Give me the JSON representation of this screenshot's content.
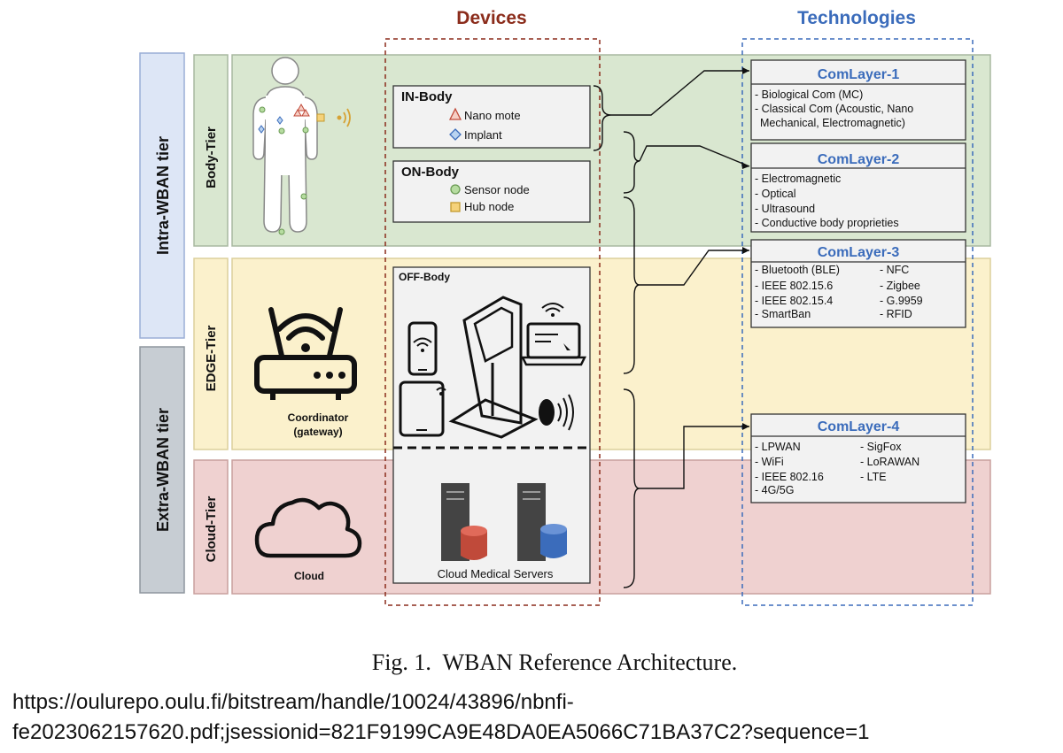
{
  "headers": {
    "devices": "Devices",
    "technologies": "Technologies"
  },
  "tiers": {
    "intra": "Intra-WBAN tier",
    "extra": "Extra-WBAN tier"
  },
  "subtiers": {
    "body": "Body-Tier",
    "edge": "EDGE-Tier",
    "cloud": "Cloud-Tier"
  },
  "devices": {
    "in_body": {
      "title": "IN-Body",
      "items": [
        "Nano mote",
        "Implant"
      ]
    },
    "on_body": {
      "title": "ON-Body",
      "items": [
        "Sensor node",
        "Hub node"
      ]
    },
    "off_body": {
      "title": "OFF-Body"
    },
    "cloud_servers": "Cloud Medical Servers"
  },
  "left_labels": {
    "coordinator": [
      "Coordinator",
      "(gateway)"
    ],
    "cloud": "Cloud"
  },
  "comlayers": [
    {
      "title": "ComLayer-1",
      "lines": [
        "- Biological Com (MC)",
        "- Classical Com (Acoustic, Nano",
        "Mechanical, Electromagnetic)"
      ]
    },
    {
      "title": "ComLayer-2",
      "lines": [
        "- Electromagnetic",
        "- Optical",
        "- Ultrasound",
        "- Conductive body proprieties"
      ]
    },
    {
      "title": "ComLayer-3",
      "col1": [
        "- Bluetooth (BLE)",
        "- IEEE 802.15.6",
        "- IEEE 802.15.4",
        "- SmartBan"
      ],
      "col2": [
        "- NFC",
        "- Zigbee",
        "- G.9959",
        "- RFID"
      ]
    },
    {
      "title": "ComLayer-4",
      "col1": [
        "- LPWAN",
        "- WiFi",
        "- IEEE 802.16",
        "- 4G/5G"
      ],
      "col2": [
        "- SigFox",
        "- LoRAWAN",
        "- LTE"
      ]
    }
  ],
  "caption": "Fig. 1.  WBAN Reference Architecture.",
  "url": {
    "line1": "https://oulurepo.oulu.fi/bitstream/handle/10024/43896/nbnfi-",
    "line2": "fe2023062157620.pdf;jsessionid=821F9199CA9E48DA0EA5066C71BA37C2?sequence=1"
  },
  "colors": {
    "body_tier_bg": "#d9e7d0",
    "edge_tier_bg": "#fbf1cc",
    "cloud_tier_bg": "#efd1d0",
    "intra_bg": "#dde6f6",
    "extra_bg": "#c7cdd3",
    "devices_header": "#8b2c1b",
    "technologies_header": "#3b6cbb",
    "comlayer_title": "#3b6cbb"
  }
}
